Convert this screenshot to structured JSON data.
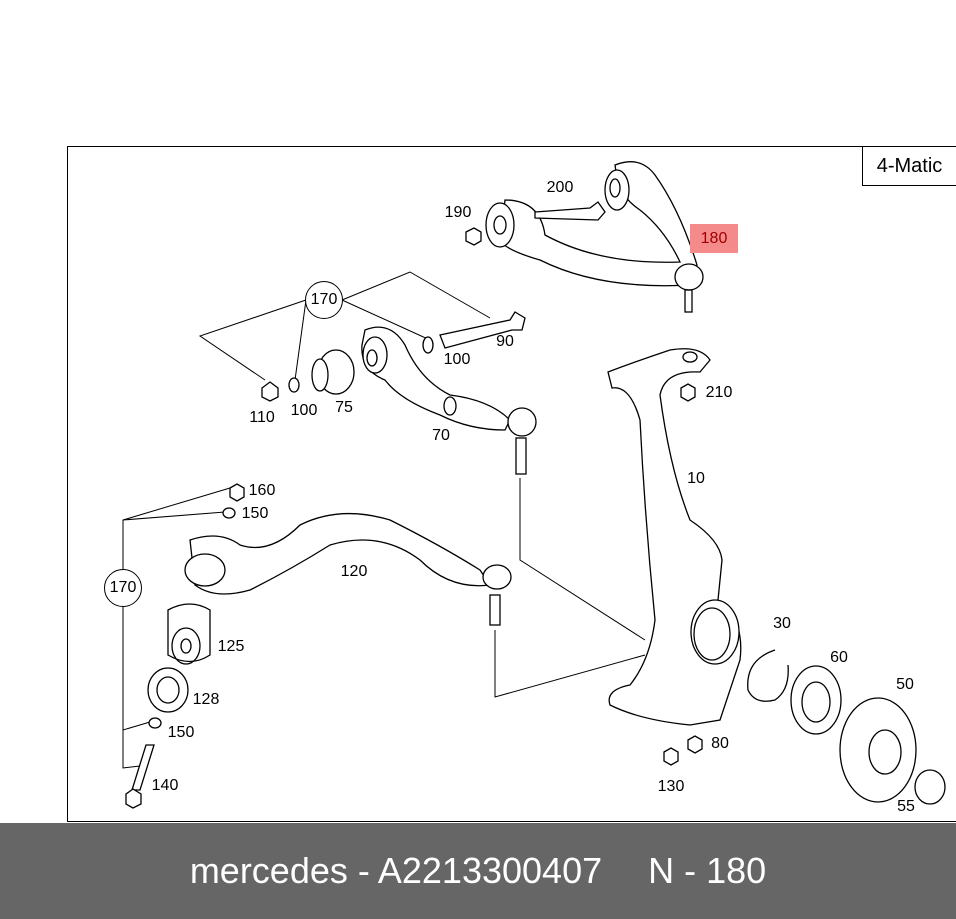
{
  "diagram": {
    "variant": "4-Matic",
    "highlighted_part": "180",
    "group_callouts": [
      "170",
      "170"
    ],
    "part_labels": [
      "200",
      "190",
      "90",
      "100",
      "110",
      "100",
      "75",
      "70",
      "210",
      "10",
      "160",
      "150",
      "120",
      "125",
      "128",
      "150",
      "140",
      "30",
      "60",
      "50",
      "80",
      "130",
      "55"
    ]
  },
  "footer": {
    "brand_part": "mercedes - A2213300407",
    "position": "N - 180"
  },
  "colors": {
    "highlight": "#f58a8a",
    "footer_bg": "#666666"
  }
}
